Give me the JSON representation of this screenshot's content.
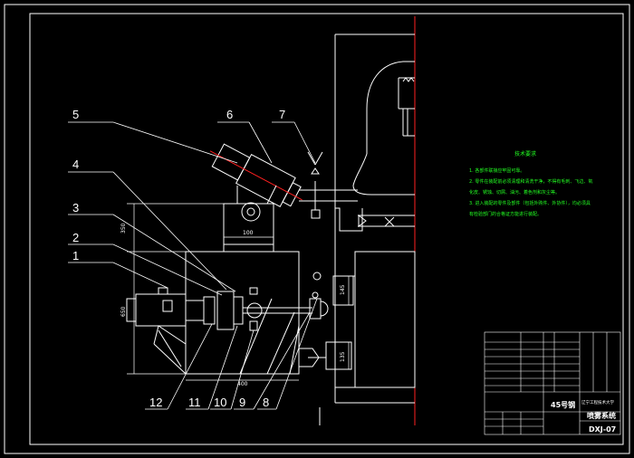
{
  "balloons": {
    "b1": "1",
    "b2": "2",
    "b3": "3",
    "b4": "4",
    "b5": "5",
    "b6": "6",
    "b7": "7",
    "b8": "8",
    "b9": "9",
    "b10": "10",
    "b11": "11",
    "b12": "12"
  },
  "dimensions": {
    "d_left_upper": "350",
    "d_left_lower": "650",
    "d_top_small": "100",
    "d_bottom": "400",
    "d_right_upper": "145",
    "d_right_lower": "135"
  },
  "notes": {
    "title": "技术要求",
    "lines": [
      "1. 各部件联接应牢固可靠。",
      "2. 零件在装配前必须清理和清洗干净，不得有毛刺、飞边、氧",
      "化皮、锈蚀、切屑、油污、着色剂和灰尘等。",
      "3. 进入装配的零件及部件（包括外购件、外协件），均必须具",
      "有检验部门的合格证方能进行装配。"
    ]
  },
  "title_block": {
    "material": "45号钢",
    "school": "辽宁工程技术大学",
    "drawing_name": "喷雾系统",
    "drawing_number": "DXJ-07"
  },
  "colors": {
    "line": "#ffffff",
    "centerline": "#ff2020",
    "notes": "#22ff22"
  }
}
